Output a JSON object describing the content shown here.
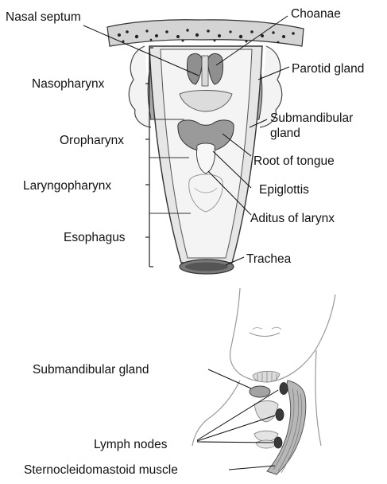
{
  "pharynx_labels": {
    "nasal_septum": "Nasal septum",
    "choanae": "Choanae",
    "parotid_gland": "Parotid gland",
    "nasopharynx": "Nasopharynx",
    "submandibular_gland_line1": "Submandibular",
    "submandibular_gland_line2": "gland",
    "oropharynx": "Oropharynx",
    "root_of_tongue": "Root of tongue",
    "laryngopharynx": "Laryngopharynx",
    "epiglottis": "Epiglottis",
    "aditus_of_larynx": "Aditus of larynx",
    "esophagus": "Esophagus",
    "trachea": "Trachea"
  },
  "neck_labels": {
    "submandibular_gland": "Submandibular gland",
    "lymph_nodes": "Lymph nodes",
    "sternocleidomastoid_muscle": "Sternocleidomastoid muscle"
  },
  "colors": {
    "outline": "#333333",
    "tissue_light": "#e8e8e8",
    "tissue_mid": "#c9c9c9",
    "tissue_dark": "#8a8a8a",
    "node_dark": "#3a3a3a"
  }
}
